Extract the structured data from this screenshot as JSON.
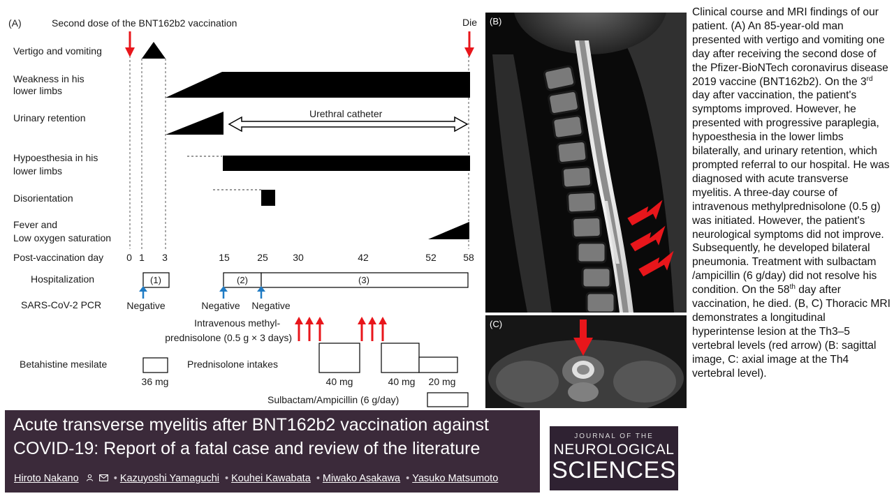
{
  "figure": {
    "panel_a_label": "(A)",
    "header": "Second dose of the BNT162b2 vaccination",
    "die_label": "Die",
    "rows": [
      {
        "label_lines": [
          "Vertigo and vomiting"
        ]
      },
      {
        "label_lines": [
          "Weakness in his",
          "lower limbs"
        ]
      },
      {
        "label_lines": [
          "Urinary retention"
        ]
      },
      {
        "label_lines": [
          "Hypoesthesia in his",
          "lower limbs"
        ]
      },
      {
        "label_lines": [
          "Disorientation"
        ]
      },
      {
        "label_lines": [
          "Fever and",
          "Low oxygen saturation"
        ]
      }
    ],
    "catheter_label": "Urethral catheter",
    "axis_label": "Post-vaccination day",
    "days": [
      "0",
      "1",
      "3",
      "15",
      "25",
      "30",
      "42",
      "52",
      "58"
    ],
    "hospitalization_label": "Hospitalization",
    "hosp_periods": [
      "(1)",
      "(2)",
      "(3)"
    ],
    "pcr_label": "SARS-CoV-2 PCR",
    "pcr_results": [
      "Negative",
      "Negative",
      "Negative"
    ],
    "steroid_label_lines": [
      "Intravenous methyl-",
      "prednisolone (0.5 g × 3 days)"
    ],
    "betahistine_label": "Betahistine mesilate",
    "betahistine_dose": "36 mg",
    "prednisolone_label": "Prednisolone intakes",
    "prednisolone_doses": [
      "40 mg",
      "40 mg",
      "20 mg"
    ],
    "sulbactam_label": "Sulbactam/Ampicillin (6 g/day)",
    "panel_b_label": "(B)",
    "panel_c_label": "(C)"
  },
  "caption": {
    "p1": "Clinical course and MRI findings of our patient. (A) An 85-year-old man presented with vertigo and vomiting one day after receiving the second dose of the Pfizer-BioNTech coronavirus disease 2019 vaccine (BNT162b2). On the 3",
    "sup1": "rd",
    "p2": " day after vaccination, the patient's symptoms improved. However, he presented with progressive paraplegia, hypoesthesia in the lower limbs bilaterally, and urinary retention, which prompted referral to our hospital. He was diagnosed with acute transverse myelitis. A three-day course of intravenous methylprednisolone (0.5 g) was initiated. However, the patient's neurological symptoms did not improve. Subsequently, he developed bilateral pneumonia. Treatment with sulbactam /ampicillin (6 g/day) did not resolve his condition. On the 58",
    "sup2": "th",
    "p3": " day after vaccination, he died. (B, C) Thoracic MRI demonstrates a longitudinal hyperintense lesion at the Th3–5 vertebral levels (red arrow) (B: sagittal image, C: axial image at the Th4 vertebral level)."
  },
  "paper": {
    "title": "Acute transverse myelitis after BNT162b2 vaccination against COVID-19: Report of a fatal case and review of the literature",
    "authors": [
      "Hiroto Nakano",
      "Kazuyoshi Yamaguchi",
      "Kouhei Kawabata",
      "Miwako Asakawa",
      "Yasuko Matsumoto"
    ]
  },
  "journal": {
    "line1": "JOURNAL OF THE",
    "line2": "NEUROLOGICAL",
    "line3": "SCIENCES"
  },
  "colors": {
    "arrow_red": "#e8161b",
    "pcr_blue": "#1f7bc4",
    "banner_bg": "#3b2a3a",
    "journal_bg": "#2f2232"
  }
}
